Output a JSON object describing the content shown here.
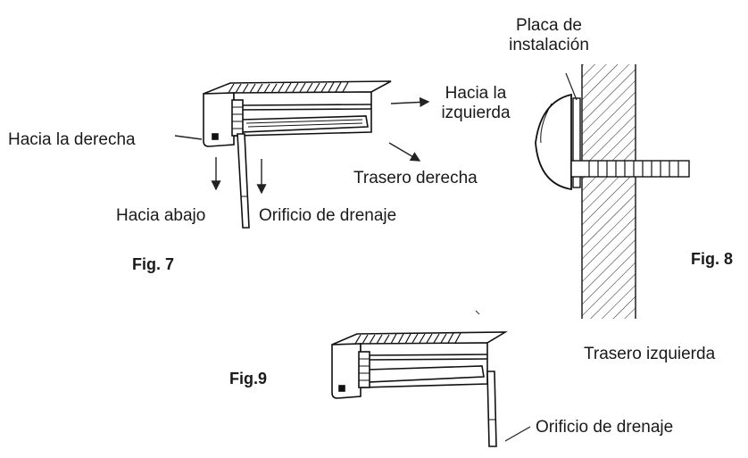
{
  "fig7": {
    "caption": "Fig. 7",
    "labels": {
      "right": "Hacia la derecha",
      "left": "Hacia la izquierda",
      "rear_right": "Trasero derecha",
      "down": "Hacia abajo",
      "drain_hole": "Orificio de drenaje"
    }
  },
  "fig8": {
    "caption": "Fig. 8",
    "labels": {
      "mounting_plate": "Placa de instalación"
    }
  },
  "fig9": {
    "caption": "Fig.9",
    "labels": {
      "rear_left": "Trasero izquierda",
      "drain_hole": "Orificio de drenaje"
    }
  }
}
